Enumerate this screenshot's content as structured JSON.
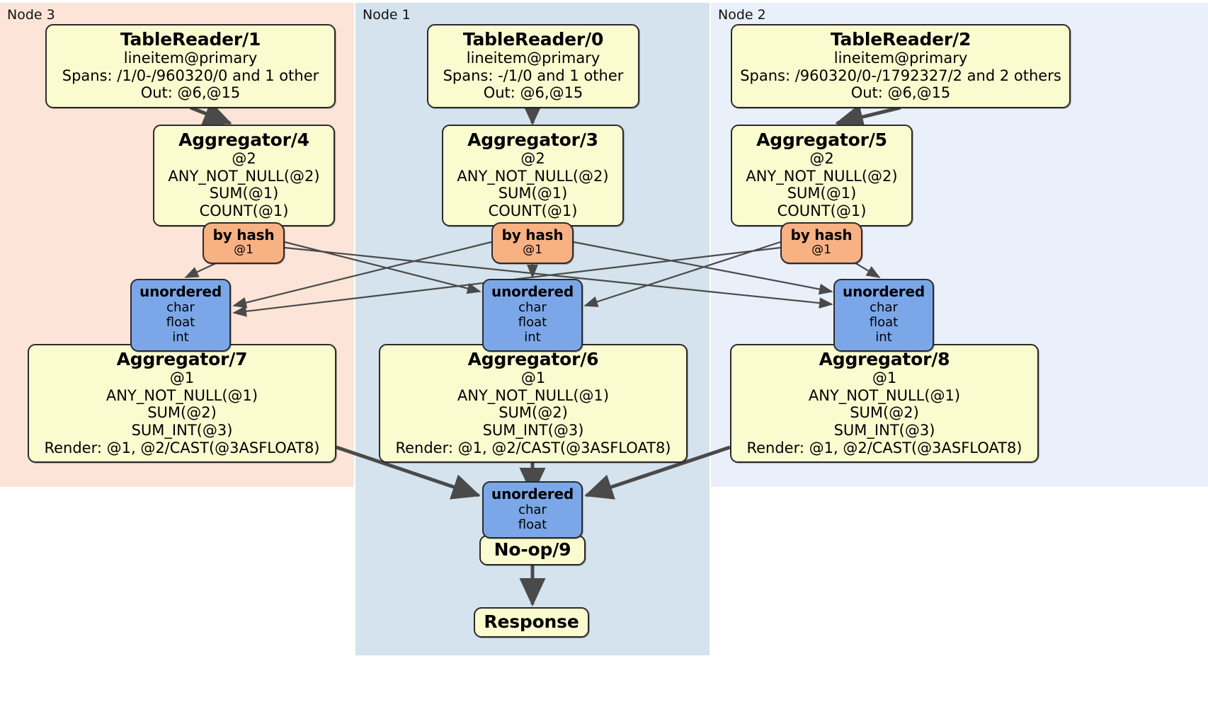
{
  "diagram": {
    "type": "distributed-query-plan",
    "colors": {
      "node1_panel": "#d4e3ed",
      "node2_panel": "#eaf0fa",
      "node3_panel": "#fce5d8",
      "processor_box": "#fbfbd0",
      "router_box": "#f8b183",
      "receiver_box": "#7ba7e8",
      "edge": "#4a4a4a",
      "border": "#2b2b2b"
    }
  },
  "panels": [
    {
      "id": "node3",
      "label": "Node 3"
    },
    {
      "id": "node1",
      "label": "Node 1"
    },
    {
      "id": "node2",
      "label": "Node 2"
    }
  ],
  "table_readers": [
    {
      "id": "tr1",
      "title": "TableReader/1",
      "table": "lineitem@primary",
      "spans": "Spans: /1/0-/960320/0 and 1 other",
      "out": "Out: @6,@15"
    },
    {
      "id": "tr0",
      "title": "TableReader/0",
      "table": "lineitem@primary",
      "spans": "Spans: -/1/0 and 1 other",
      "out": "Out: @6,@15"
    },
    {
      "id": "tr2",
      "title": "TableReader/2",
      "table": "lineitem@primary",
      "spans": "Spans: /960320/0-/1792327/2 and 2 others",
      "out": "Out: @6,@15"
    }
  ],
  "local_aggregators": [
    {
      "id": "agg4",
      "title": "Aggregator/4",
      "group": "@2",
      "agg1": "ANY_NOT_NULL(@2)",
      "agg2": "SUM(@1)",
      "agg3": "COUNT(@1)"
    },
    {
      "id": "agg3",
      "title": "Aggregator/3",
      "group": "@2",
      "agg1": "ANY_NOT_NULL(@2)",
      "agg2": "SUM(@1)",
      "agg3": "COUNT(@1)"
    },
    {
      "id": "agg5",
      "title": "Aggregator/5",
      "group": "@2",
      "agg1": "ANY_NOT_NULL(@2)",
      "agg2": "SUM(@1)",
      "agg3": "COUNT(@1)"
    }
  ],
  "routers": [
    {
      "id": "hash4",
      "title": "by hash",
      "column": "@1"
    },
    {
      "id": "hash3",
      "title": "by hash",
      "column": "@1"
    },
    {
      "id": "hash5",
      "title": "by hash",
      "column": "@1"
    }
  ],
  "receivers": [
    {
      "id": "recv7",
      "title": "unordered",
      "type1": "char",
      "type2": "float",
      "type3": "int"
    },
    {
      "id": "recv6",
      "title": "unordered",
      "type1": "char",
      "type2": "float",
      "type3": "int"
    },
    {
      "id": "recv8",
      "title": "unordered",
      "type1": "char",
      "type2": "float",
      "type3": "int"
    }
  ],
  "final_aggregators": [
    {
      "id": "agg7",
      "title": "Aggregator/7",
      "group": "@1",
      "agg1": "ANY_NOT_NULL(@1)",
      "agg2": "SUM(@2)",
      "agg3": "SUM_INT(@3)",
      "render": "Render: @1, @2/CAST(@3ASFLOAT8)"
    },
    {
      "id": "agg6",
      "title": "Aggregator/6",
      "group": "@1",
      "agg1": "ANY_NOT_NULL(@1)",
      "agg2": "SUM(@2)",
      "agg3": "SUM_INT(@3)",
      "render": "Render: @1, @2/CAST(@3ASFLOAT8)"
    },
    {
      "id": "agg8",
      "title": "Aggregator/8",
      "group": "@1",
      "agg1": "ANY_NOT_NULL(@1)",
      "agg2": "SUM(@2)",
      "agg3": "SUM_INT(@3)",
      "render": "Render: @1, @2/CAST(@3ASFLOAT8)"
    }
  ],
  "final_receiver": {
    "id": "recvFinal",
    "title": "unordered",
    "type1": "char",
    "type2": "float"
  },
  "noop": {
    "id": "noop9",
    "title": "No-op/9"
  },
  "response": {
    "id": "response",
    "title": "Response"
  }
}
